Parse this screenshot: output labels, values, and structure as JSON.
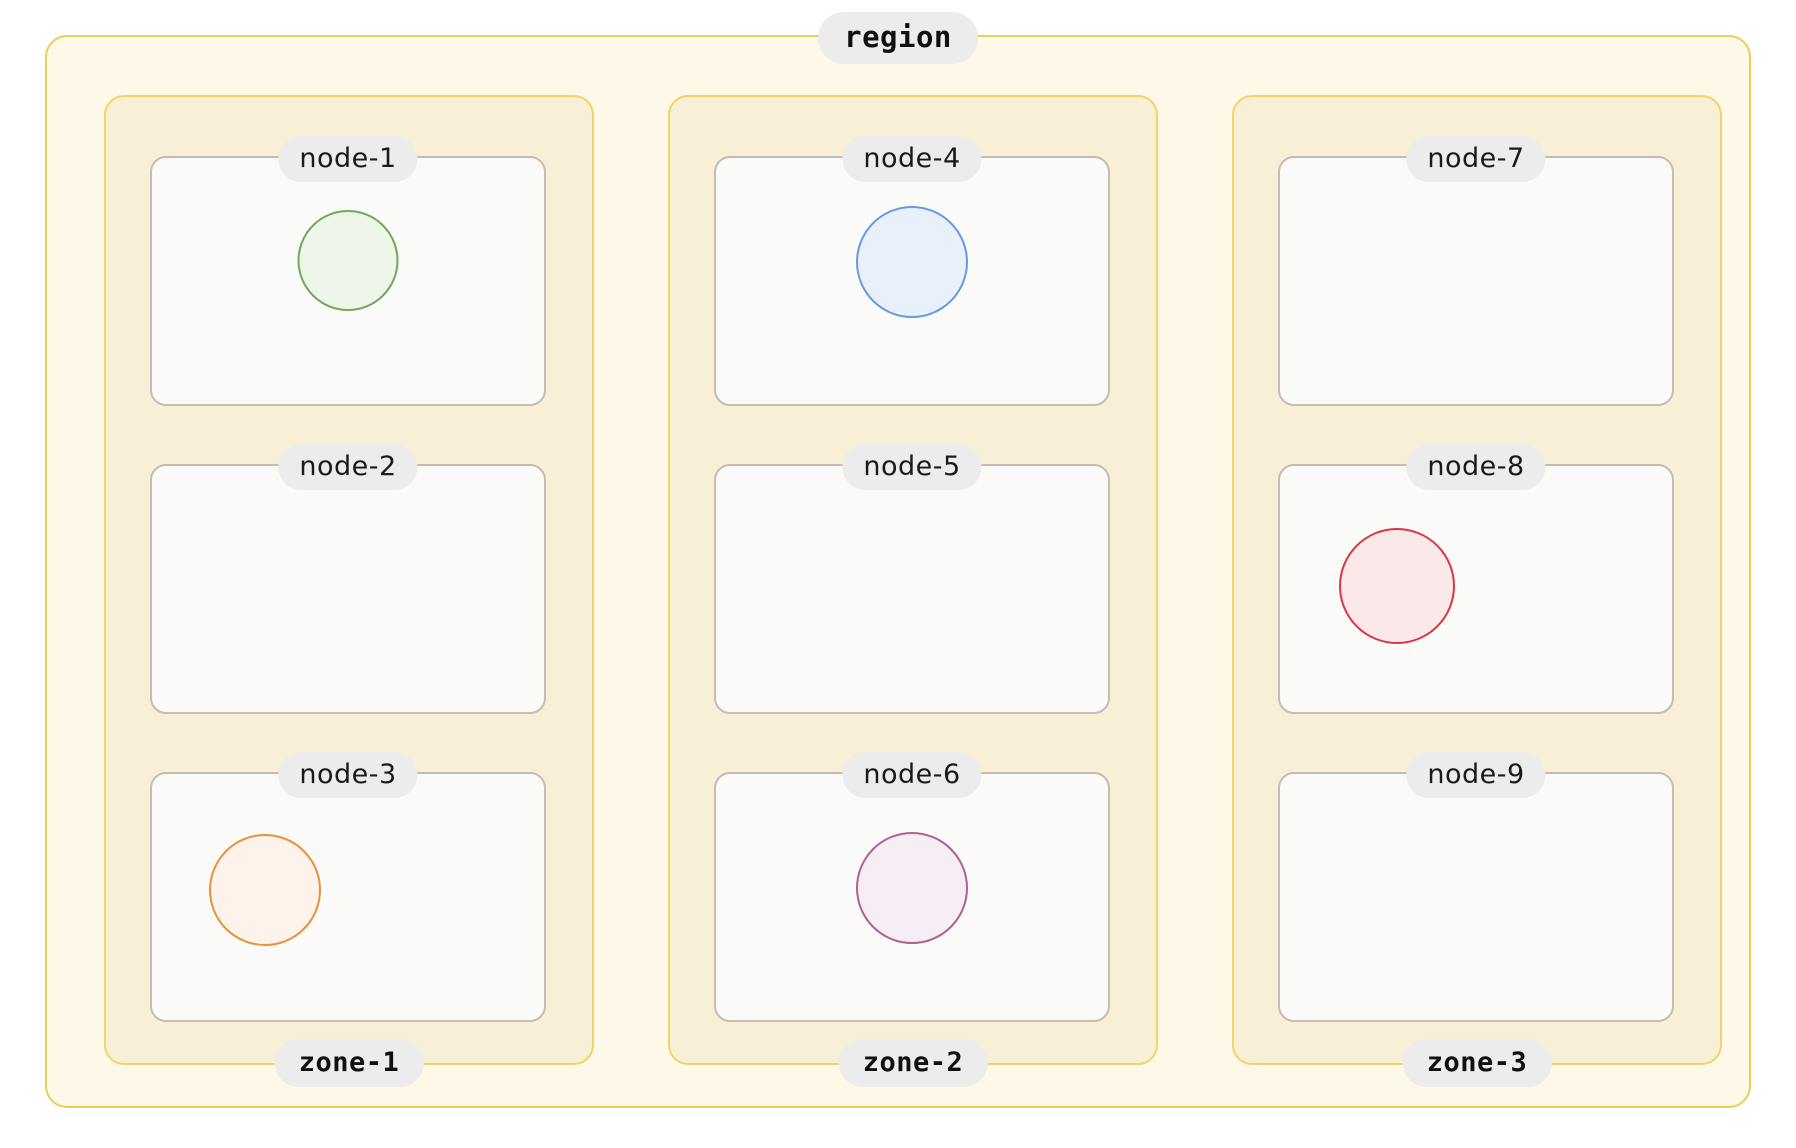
{
  "diagram": {
    "type": "nested-container-diagram",
    "background": "#ffffff",
    "region": {
      "label": "region",
      "border_color": "#eccd56",
      "fill_color": "#fdf8e8",
      "label_pill_color": "#ececec",
      "label_text_color": "#101010",
      "label_position": "top-center"
    },
    "zone_style": {
      "border_color": "#f0d464",
      "fill_color": "#f7efd6",
      "label_pill_color": "#ececec",
      "label_text_color": "#101010",
      "label_position": "bottom-center"
    },
    "node_style": {
      "border_color": "#c9bab3",
      "fill_color": "#fafaf9",
      "label_pill_color": "#ececec",
      "label_text_color": "#1a1a1a",
      "label_position": "top-center"
    },
    "zones": [
      {
        "id": "zone-1",
        "label": "zone-1",
        "nodes": [
          {
            "id": "node-1",
            "label": "node-1",
            "shape": {
              "kind": "circle",
              "diameter": 101,
              "stroke": "#74a85c",
              "fill": "#eef6ea",
              "align": "center"
            }
          },
          {
            "id": "node-2",
            "label": "node-2",
            "shape": null
          },
          {
            "id": "node-3",
            "label": "node-3",
            "shape": {
              "kind": "circle",
              "diameter": 112,
              "stroke": "#e8913d",
              "fill": "#fdf3ea",
              "align": "left"
            }
          }
        ]
      },
      {
        "id": "zone-2",
        "label": "zone-2",
        "nodes": [
          {
            "id": "node-4",
            "label": "node-4",
            "shape": {
              "kind": "circle",
              "diameter": 112,
              "stroke": "#6a9ae0",
              "fill": "#e8f0fb",
              "align": "center"
            }
          },
          {
            "id": "node-5",
            "label": "node-5",
            "shape": null
          },
          {
            "id": "node-6",
            "label": "node-6",
            "shape": {
              "kind": "circle",
              "diameter": 112,
              "stroke": "#b0628f",
              "fill": "#f6eef4",
              "align": "center"
            }
          }
        ]
      },
      {
        "id": "zone-3",
        "label": "zone-3",
        "nodes": [
          {
            "id": "node-7",
            "label": "node-7",
            "shape": null
          },
          {
            "id": "node-8",
            "label": "node-8",
            "shape": {
              "kind": "circle",
              "diameter": 116,
              "stroke": "#dc3545",
              "fill": "#fbe9e9",
              "align": "left"
            }
          },
          {
            "id": "node-9",
            "label": "node-9",
            "shape": null
          }
        ]
      }
    ]
  }
}
